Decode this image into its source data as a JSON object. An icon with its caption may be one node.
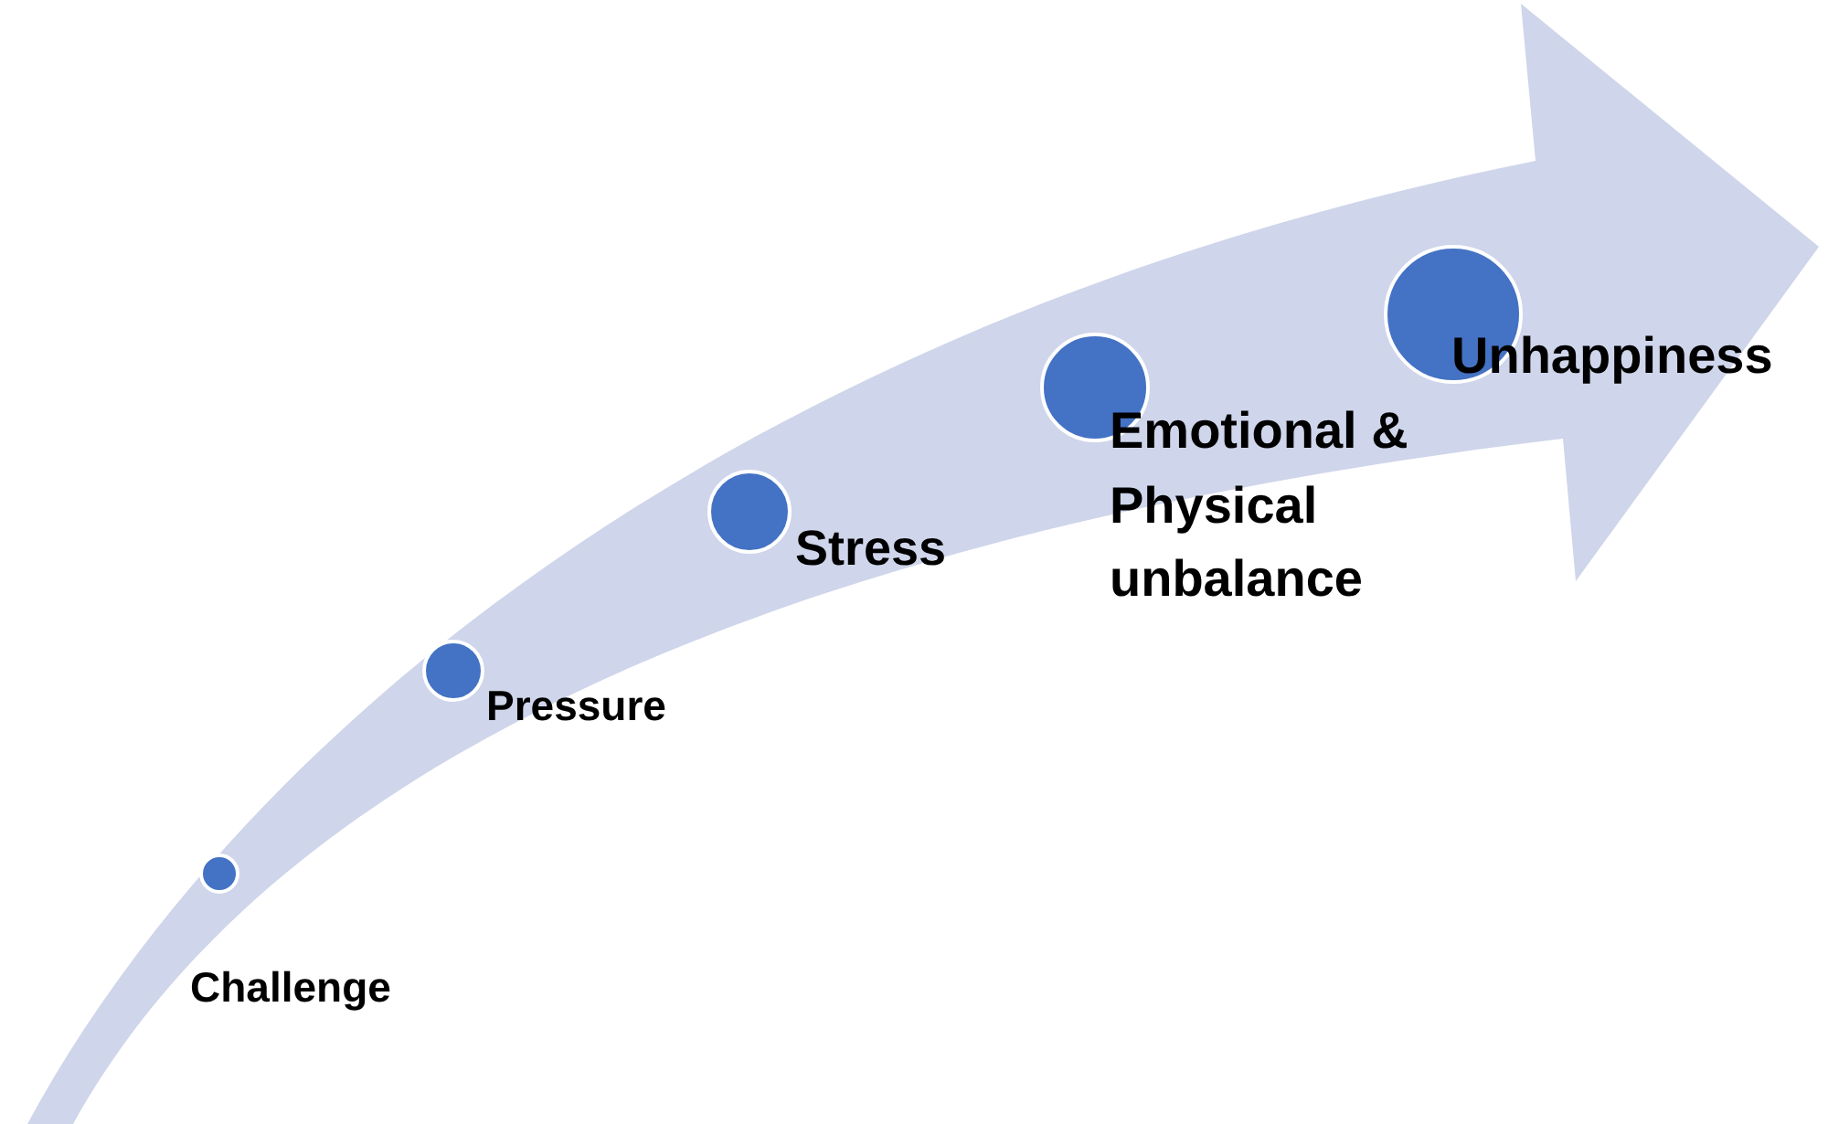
{
  "diagram": {
    "nodes": [
      {
        "text": [],
        "shape": "circle",
        "beside": [
          "Challenge"
        ]
      },
      {
        "text": [],
        "shape": "circle",
        "beside": [
          "Pressure"
        ]
      },
      {
        "text": [],
        "shape": "circle",
        "beside": [
          "Stress"
        ]
      },
      {
        "text": [],
        "shape": "circle",
        "beside": [
          "Emotional & Physical unbalance"
        ]
      },
      {
        "text": [],
        "shape": "circle",
        "beside": [
          "Unhappiness"
        ]
      }
    ]
  }
}
